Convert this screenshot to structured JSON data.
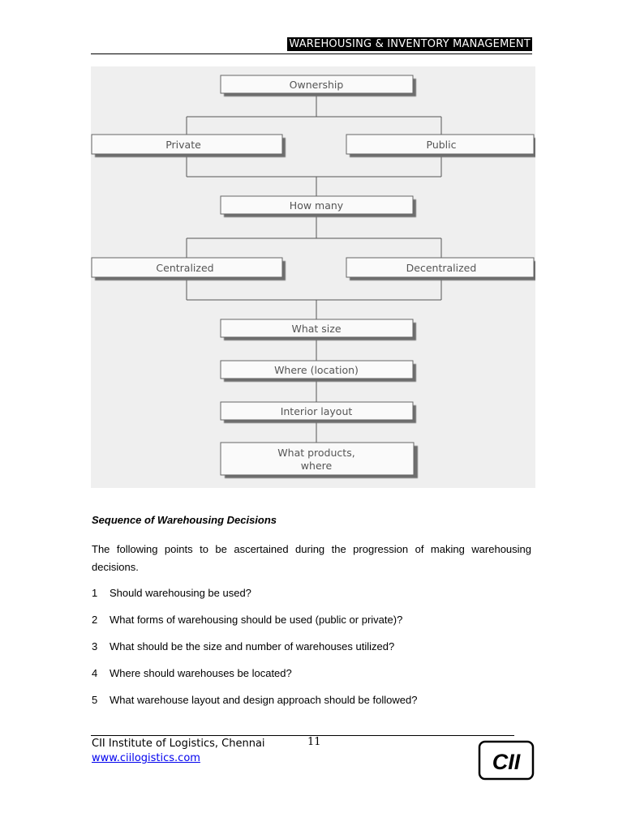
{
  "header": {
    "title": "WAREHOUSING & INVENTORY MANAGEMENT"
  },
  "diagram": {
    "ownership": "Ownership",
    "private": "Private",
    "public": "Public",
    "how_many": "How many",
    "centralized": "Centralized",
    "decentralized": "Decentralized",
    "what_size": "What size",
    "where_location": "Where (location)",
    "interior_layout": "Interior layout",
    "what_products_line1": "What products,",
    "what_products_line2": "where"
  },
  "section": {
    "heading": "Sequence of Warehousing Decisions",
    "intro": "The following points to be ascertained during the progression of making warehousing decisions."
  },
  "questions": [
    {
      "num": "1",
      "text": "Should warehousing be used?"
    },
    {
      "num": "2",
      "text": "What forms of warehousing should be used (public or private)?"
    },
    {
      "num": "3",
      "text": "What should be the size and number of warehouses utilized?"
    },
    {
      "num": "4",
      "text": "Where should warehouses be located?"
    },
    {
      "num": "5",
      "text": "What warehouse layout and design approach should be followed?"
    }
  ],
  "footer": {
    "org": "CII Institute of Logistics, Chennai",
    "page": "11",
    "link": "www.ciilogistics.com",
    "logo_text": "CII"
  }
}
